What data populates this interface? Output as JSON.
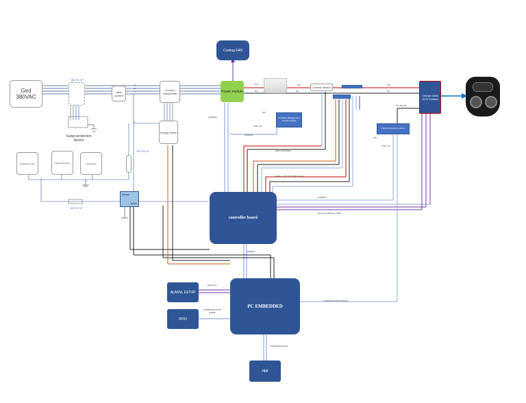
{
  "grid": {
    "line1": "Gird",
    "line2": "380VAC"
  },
  "mccb_top": "MCCB 1P",
  "mccb_mid": "MCCB 1P",
  "mccb_bottom": "MCCB 1P",
  "surge": {
    "line1": "Surge-protection",
    "line2": "device"
  },
  "spd_ground_label": "PE",
  "fault_box": "fault current",
  "current_transformer": "Current Transformer",
  "energy_meter": "Energy meter",
  "phase_labels": [
    "A",
    "B",
    "C",
    "N"
  ],
  "emergency_stop": "Emergency stop",
  "relay_box": "Relay King plan",
  "ir_box": "R plus joint",
  "psu": {
    "top": "220VAC",
    "bottom": "24VDC"
  },
  "cooling_fan": "Cooling FAN",
  "power_module": "Power module",
  "dc_labels": {
    "left_plus": "DC+",
    "left_minus": "DC-",
    "mid_plus": "DC+",
    "mid_minus": "DC-",
    "right_plus": "DC+",
    "right_minus": "DC-"
  },
  "current_sensor": "Current Sensor",
  "insulation_box": "Insulation Management Interface Board",
  "v24_a": "24V",
  "gnd_a": "GND_VD",
  "v24_b": "24V",
  "gnd_b": "GND_VD",
  "charge_cable": {
    "line1": "Charge cable",
    "line2": "ECS Contact"
  },
  "cable_temp_box": "Cable temperature sensor",
  "cp_pe_label": "CP_PE_PE",
  "canbus_labels": [
    "CANBUS",
    "CANBUS",
    "CANBUS",
    "CANBUS"
  ],
  "high_voltage": "HIGH VOLTAGE",
  "signal_bundle": "4-wire, +12V, 12V, GND, signal",
  "sensor_temp": "Senor temperature, Cable",
  "controller_board": "controller board",
  "pc_embedded": "PC EMBEDDED",
  "alarm": "ALARM, ESTOP",
  "rfid": "RFID",
  "hmi": "HMI",
  "signal_io": "Signal I/O",
  "comm_rs485": {
    "line1": "COMMUNICATION",
    "line2": "RS485"
  },
  "comm_rs232": "COMMUNICATION RS232",
  "communication": "COMMUNICATION",
  "colors": {
    "dark_blue": "#2f5597",
    "mid_blue": "#4472c4",
    "green": "#92d050",
    "wire_red": "#c00000",
    "wire_brown": "#c55a11",
    "wire_purple": "#7030a0",
    "wire_gray": "#8faadc"
  }
}
